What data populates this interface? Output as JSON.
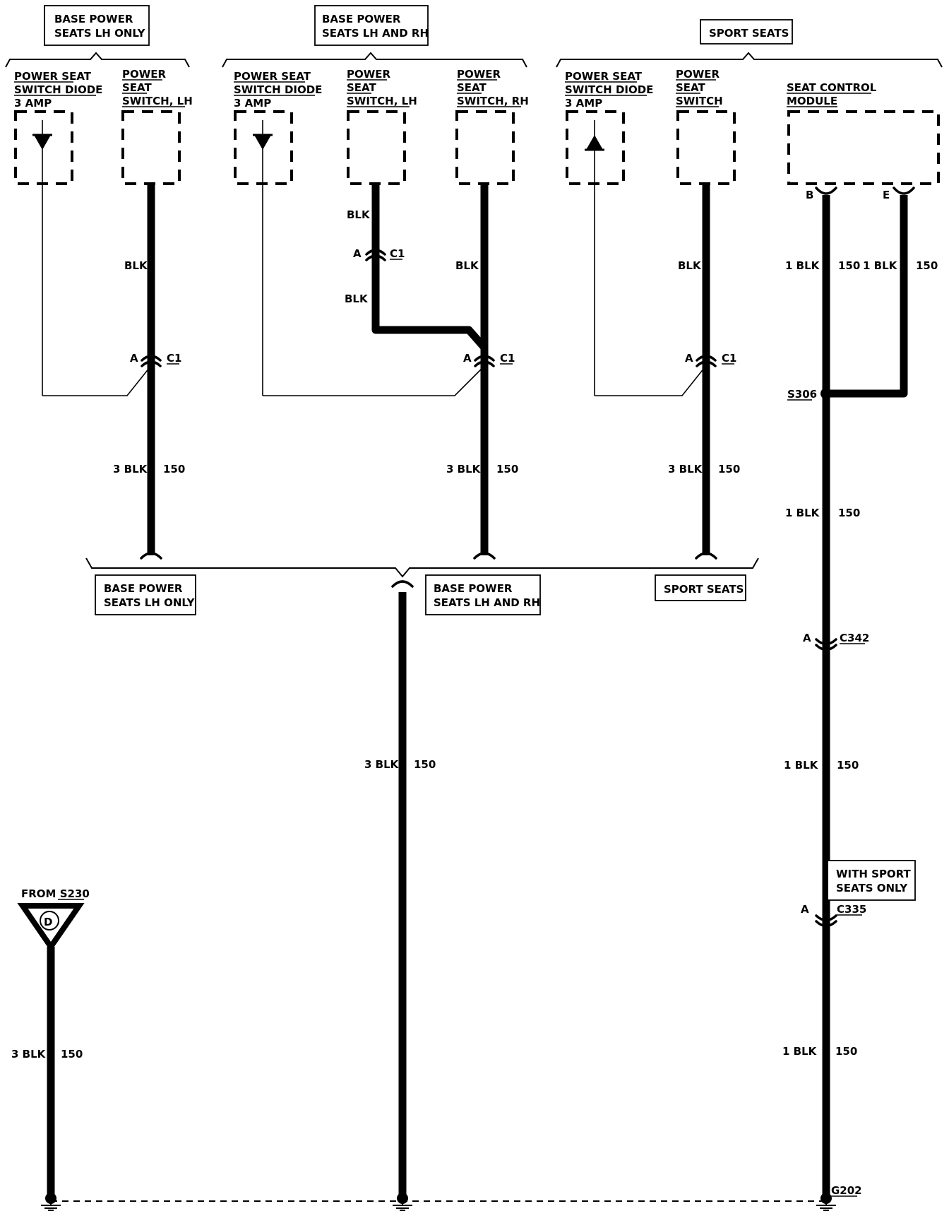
{
  "groups": {
    "top_lh_only": [
      "BASE POWER",
      "SEATS LH ONLY"
    ],
    "top_lh_rh": [
      "BASE POWER",
      "SEATS LH AND RH"
    ],
    "top_sport": [
      "SPORT SEATS"
    ],
    "bottom_lh_only": [
      "BASE POWER",
      "SEATS LH ONLY"
    ],
    "bottom_lh_rh": [
      "BASE POWER",
      "SEATS LH AND RH"
    ],
    "bottom_sport": [
      "SPORT SEATS"
    ],
    "with_sport_only": [
      "WITH SPORT",
      "SEATS ONLY"
    ]
  },
  "components": {
    "diode_1": [
      "POWER SEAT",
      "SWITCH DIODE",
      "3 AMP"
    ],
    "switch_lh_1": [
      "POWER",
      "SEAT",
      "SWITCH, LH"
    ],
    "diode_2": [
      "POWER SEAT",
      "SWITCH DIODE",
      "3 AMP"
    ],
    "switch_lh_2": [
      "POWER",
      "SEAT",
      "SWITCH, LH"
    ],
    "switch_rh_2": [
      "POWER",
      "SEAT",
      "SWITCH, RH"
    ],
    "diode_3": [
      "POWER SEAT",
      "SWITCH DIODE",
      "3 AMP"
    ],
    "switch_3": [
      "POWER",
      "SEAT",
      "SWITCH"
    ],
    "seat_control_module": [
      "SEAT CONTROL",
      "MODULE"
    ]
  },
  "wires": {
    "blk": "BLK",
    "three_blk": "3 BLK",
    "one_blk": "1 BLK",
    "circuit": "150"
  },
  "pins": {
    "a": "A",
    "b": "B",
    "e": "E"
  },
  "connectors": {
    "c1": "C1",
    "c342": "C342",
    "c335": "C335"
  },
  "splice": "S306",
  "ground": "G202",
  "from_splice": {
    "prefix": "FROM ",
    "name": "S230"
  },
  "ground_symbol_letter": "D"
}
